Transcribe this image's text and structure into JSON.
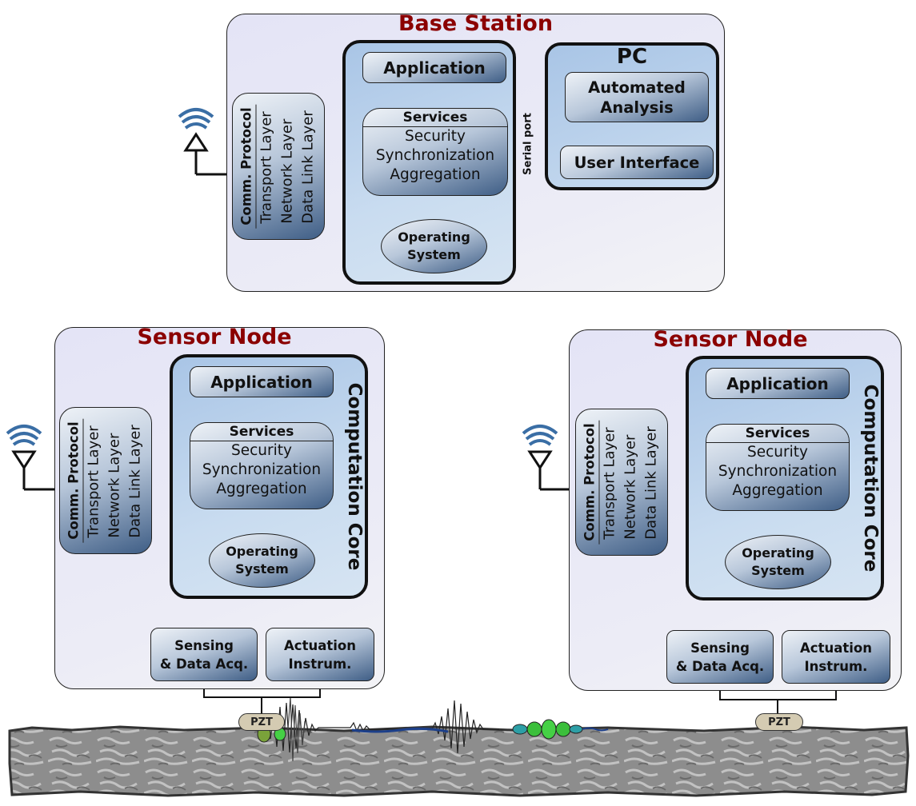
{
  "base_station": {
    "title": "Base Station",
    "application": "Application",
    "services": {
      "header": "Services",
      "lines": [
        "Security",
        "Synchronization",
        "Aggregation"
      ]
    },
    "os": {
      "line1": "Operating",
      "line2": "System"
    },
    "comm": {
      "header": "Comm. Protocol",
      "layers": [
        "Transport Layer",
        "Network Layer",
        "Data Link Layer"
      ]
    },
    "serial_port": "Serial port",
    "pc": {
      "title": "PC",
      "analysis_line1": "Automated",
      "analysis_line2": "Analysis",
      "ui": "User Interface"
    }
  },
  "sensor_nodes": [
    {
      "title": "Sensor Node",
      "application": "Application",
      "services": {
        "header": "Services",
        "lines": [
          "Security",
          "Synchronization",
          "Aggregation"
        ]
      },
      "os": {
        "line1": "Operating",
        "line2": "System"
      },
      "comm": {
        "header": "Comm. Protocol",
        "layers": [
          "Transport Layer",
          "Network Layer",
          "Data Link Layer"
        ]
      },
      "core_label": "Computation Core",
      "sensing": {
        "line1": "Sensing",
        "line2": "& Data Acq."
      },
      "actuation": {
        "line1": "Actuation",
        "line2": "Instrum."
      }
    },
    {
      "title": "Sensor Node",
      "application": "Application",
      "services": {
        "header": "Services",
        "lines": [
          "Security",
          "Synchronization",
          "Aggregation"
        ]
      },
      "os": {
        "line1": "Operating",
        "line2": "System"
      },
      "comm": {
        "header": "Comm. Protocol",
        "layers": [
          "Transport Layer",
          "Network Layer",
          "Data Link Layer"
        ]
      },
      "core_label": "Computation Core",
      "sensing": {
        "line1": "Sensing",
        "line2": "& Data Acq."
      },
      "actuation": {
        "line1": "Actuation",
        "line2": "Instrum."
      }
    }
  ],
  "pzt_labels": [
    "PZT",
    "PZT"
  ],
  "colors": {
    "title": "#8b0000",
    "core_fill": "#a9c5e6",
    "panel_fill": "#e4e4f6"
  }
}
